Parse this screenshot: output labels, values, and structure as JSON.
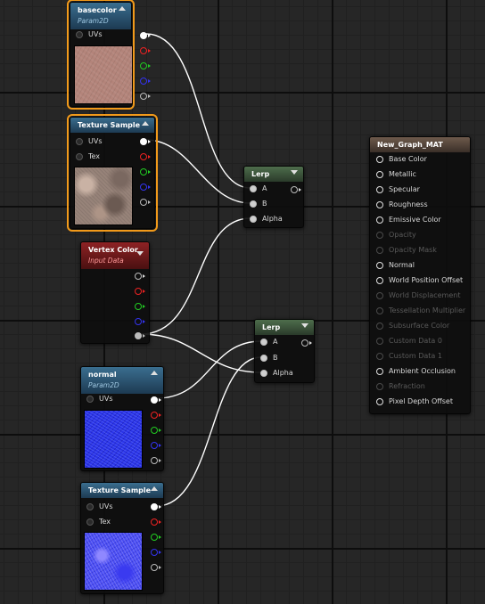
{
  "colors": {
    "selection": "#f29a1a",
    "param_header": "#3a6e8f",
    "vertex_header": "#8e2224",
    "lerp_header": "#4e6d4c",
    "result_header": "#6e5a4c",
    "wire": "#ffffff"
  },
  "nodes": {
    "basecolor": {
      "title": "basecolor",
      "subtitle": "Param2D",
      "inputs": [
        "UVs"
      ],
      "outputs": [
        "white-pin",
        "red-pin",
        "green-pin",
        "blue-pin",
        "alpha-pin"
      ]
    },
    "texture_sample_1": {
      "title": "Texture Sample",
      "inputs": [
        "UVs",
        "Tex"
      ],
      "outputs": [
        "white-pin",
        "red-pin",
        "green-pin",
        "blue-pin",
        "alpha-pin"
      ]
    },
    "vertex_color": {
      "title": "Vertex Color",
      "subtitle": "Input Data",
      "outputs": [
        "white-pin",
        "red-pin",
        "green-pin",
        "blue-pin",
        "alpha-pin"
      ]
    },
    "normal": {
      "title": "normal",
      "subtitle": "Param2D",
      "inputs": [
        "UVs"
      ]
    },
    "texture_sample_2": {
      "title": "Texture Sample",
      "inputs": [
        "UVs",
        "Tex"
      ]
    },
    "lerp_1": {
      "title": "Lerp",
      "inputs": [
        "A",
        "B",
        "Alpha"
      ]
    },
    "lerp_2": {
      "title": "Lerp",
      "inputs": [
        "A",
        "B",
        "Alpha"
      ]
    },
    "result": {
      "title": "New_Graph_MAT",
      "inputs": [
        {
          "label": "Base Color",
          "enabled": true
        },
        {
          "label": "Metallic",
          "enabled": true
        },
        {
          "label": "Specular",
          "enabled": true
        },
        {
          "label": "Roughness",
          "enabled": true
        },
        {
          "label": "Emissive Color",
          "enabled": true
        },
        {
          "label": "Opacity",
          "enabled": false
        },
        {
          "label": "Opacity Mask",
          "enabled": false
        },
        {
          "label": "Normal",
          "enabled": true
        },
        {
          "label": "World Position Offset",
          "enabled": true
        },
        {
          "label": "World Displacement",
          "enabled": false
        },
        {
          "label": "Tessellation Multiplier",
          "enabled": false
        },
        {
          "label": "Subsurface Color",
          "enabled": false
        },
        {
          "label": "Custom Data 0",
          "enabled": false
        },
        {
          "label": "Custom Data 1",
          "enabled": false
        },
        {
          "label": "Ambient Occlusion",
          "enabled": true
        },
        {
          "label": "Refraction",
          "enabled": false
        },
        {
          "label": "Pixel Depth Offset",
          "enabled": true
        }
      ]
    }
  }
}
